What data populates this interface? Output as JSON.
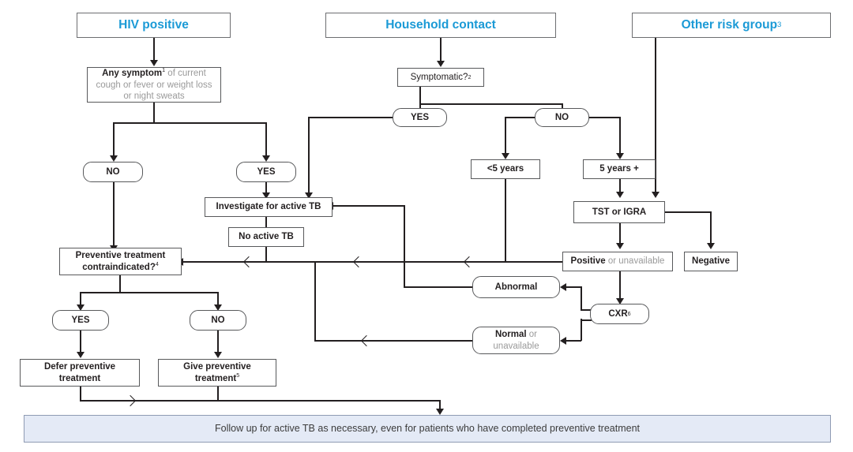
{
  "diagram": {
    "title": "TB preventive treatment algorithm",
    "accent_color": "#1b9ad6",
    "line_color": "#231f20",
    "banner_fill": "#e4eaf6",
    "banner_border": "#8f9bb3"
  },
  "headers": {
    "hiv_positive": "HIV positive",
    "household_contact": "Household contact",
    "other_risk_group": "Other risk group",
    "other_risk_group_note": "3"
  },
  "nodes": {
    "any_symptom_bold": "Any symptom",
    "any_symptom_note": "1",
    "any_symptom_rest": " of current",
    "any_symptom_line2": "cough or fever or weight loss",
    "any_symptom_line3": "or night sweats",
    "symptomatic": "Symptomatic?",
    "symptomatic_note": "2",
    "hiv_no": "NO",
    "hiv_yes": "YES",
    "hh_yes": "YES",
    "hh_no": "NO",
    "under5": "<5 years",
    "over5": "5 years +",
    "tst_igra": "TST or IGRA",
    "positive_bold": "Positive",
    "positive_rest": " or unavailable",
    "negative": "Negative",
    "investigate": "Investigate for active TB",
    "no_active_tb": "No active TB",
    "contraindicated_line1": "Preventive treatment",
    "contraindicated_line2": "contraindicated?",
    "contraindicated_note": "4",
    "contra_yes": "YES",
    "contra_no": "NO",
    "defer_line1": "Defer preventive",
    "defer_line2": "treatment",
    "give_line1": "Give preventive",
    "give_line2": "treatment",
    "give_note": "5",
    "cxr": "CXR",
    "cxr_note": "6",
    "abnormal": "Abnormal",
    "normal_bold": "Normal",
    "normal_rest": " or",
    "normal_line2": "unavailable",
    "banner": "Follow up for active TB as necessary, even for patients who have completed preventive treatment"
  }
}
